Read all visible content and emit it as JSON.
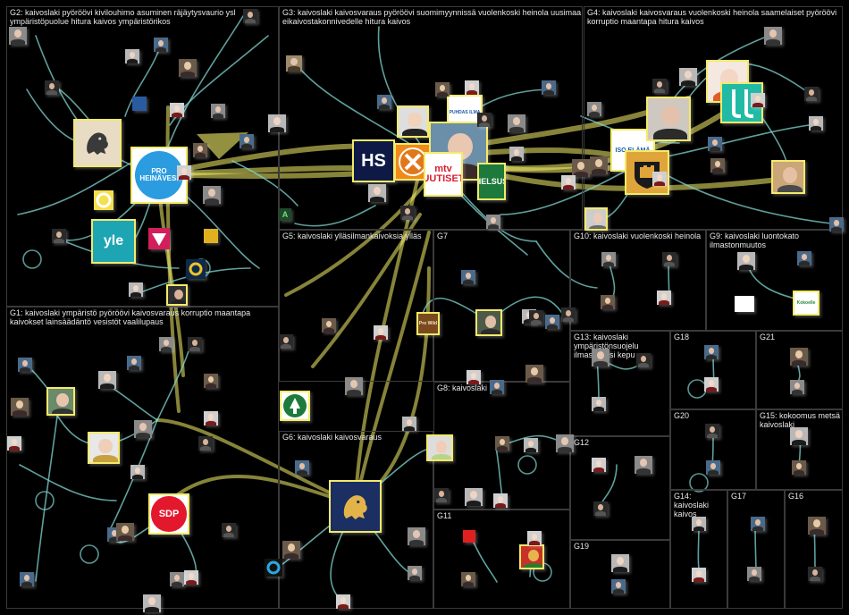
{
  "groups": [
    {
      "id": "G2",
      "label": "G2: kaivoslaki pyöröövi kivilouhimo asuminen räjäytysvaurio ysl\nympäristöpuolue hitura kaivos ympäristörikos"
    },
    {
      "id": "G3",
      "label": "G3: kaivoslaki kaivosvaraus pyöröövi suomimyynnissä vuolenkoski heinola uusimaa\neikaivostakonnivedelle hitura kaivos"
    },
    {
      "id": "G4",
      "label": "G4: kaivoslaki kaivosvaraus vuolenkoski heinola saamelaiset pyöröövi\nkorruptio maantapa hitura kaivos"
    },
    {
      "id": "G5",
      "label": "G5: kaivoslaki ylläsilmankaivoksia ylläs"
    },
    {
      "id": "G7",
      "label": "G7"
    },
    {
      "id": "G10",
      "label": "G10: kaivoslaki vuolenkoski heinola"
    },
    {
      "id": "G9",
      "label": "G9: kaivoslaki luontokato\nilmastonmuutos"
    },
    {
      "id": "G1",
      "label": "G1: kaivoslaki ympäristö pyöröövi kaivosvaraus korruptio maantapa\nkaivokset lainsäädäntö vesistöt vaalilupaus"
    },
    {
      "id": "G13",
      "label": "G13: kaivoslaki\nympäristönsuojelu\nilmastokriisi kepu"
    },
    {
      "id": "G18",
      "label": "G18"
    },
    {
      "id": "G21",
      "label": "G21"
    },
    {
      "id": "G8",
      "label": "G8: kaivoslaki"
    },
    {
      "id": "G20",
      "label": "G20"
    },
    {
      "id": "G15",
      "label": "G15: kokoomus metsä\nkaivoslaki"
    },
    {
      "id": "G6",
      "label": "G6: kaivoslaki kaivosvaraus"
    },
    {
      "id": "G12",
      "label": "G12"
    },
    {
      "id": "G11",
      "label": "G11"
    },
    {
      "id": "G14",
      "label": "G14: kaivoslaki\nkaivos"
    },
    {
      "id": "G17",
      "label": "G17"
    },
    {
      "id": "G16",
      "label": "G16"
    },
    {
      "id": "G19",
      "label": "G19"
    }
  ],
  "logos": {
    "proheinavesi": "PRO\nHEINÄVESI",
    "yle": "yle",
    "hs": "HS",
    "mtv": "mtv\nUUTISET",
    "helsus": "HELSUS",
    "sdp": "SDP",
    "isoelama": "ISO ELÄMÄ",
    "puhdasilma": "PUHDAS ILMA",
    "pro_wild": "Pro Wild",
    "kokoelma": "Kokoelle",
    "a_icon": "A"
  },
  "colors": {
    "background": "#000000",
    "edge": "#7fd6d2",
    "highlight_edge": "#f5f06a",
    "group_border": "#3a3a3a",
    "node_border": "#f3ea6a",
    "yle": "#1ea5b4",
    "sdp": "#e3182d",
    "proheinavesi": "#2b9ce0",
    "hs": "#0e1a45",
    "mtv": "#d81e2e",
    "finland_blue": "#1b2f63"
  }
}
